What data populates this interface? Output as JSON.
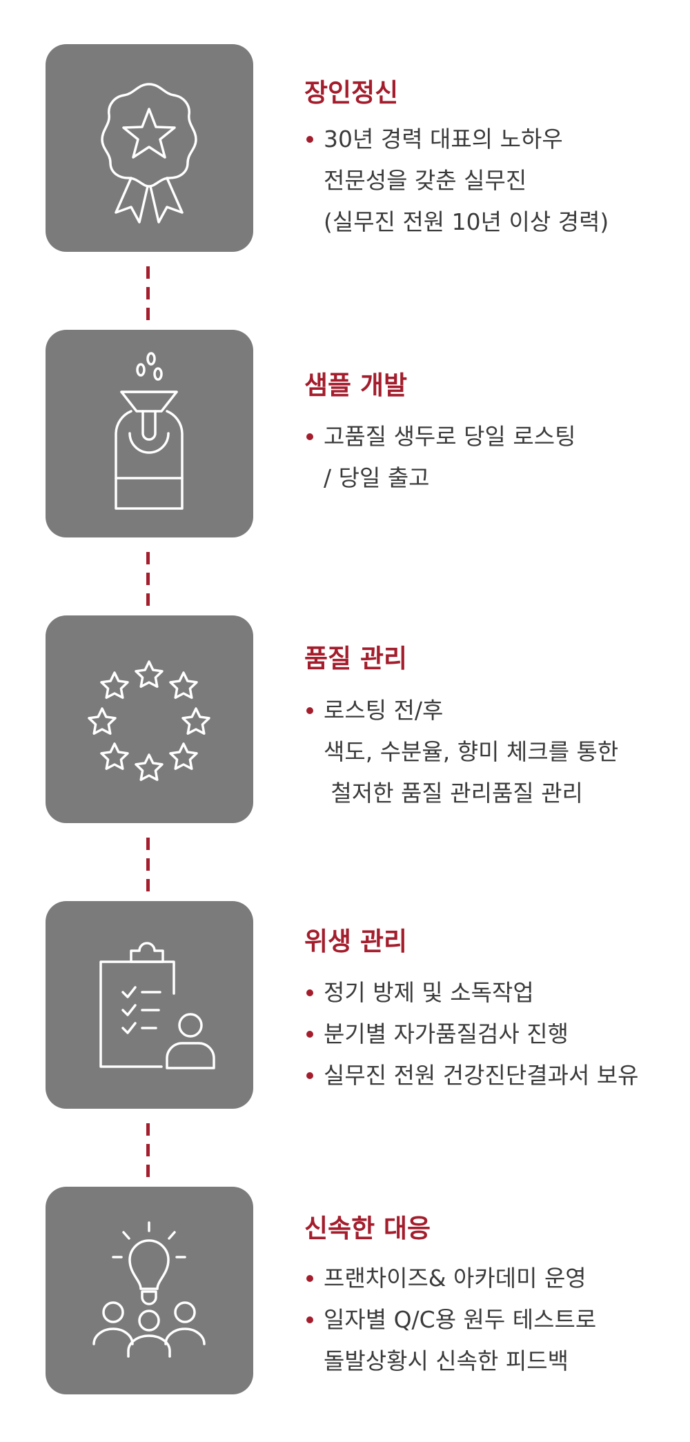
{
  "sections": [
    {
      "title": "장인정신",
      "lines": [
        {
          "text": "30년 경력 대표의 노하우",
          "bullet": true
        },
        {
          "text": "전문성을 갖춘 실무진",
          "bullet": false
        },
        {
          "text": "(실무진 전원 10년 이상 경력)",
          "bullet": false
        }
      ],
      "icon": "award-ribbon-star-icon"
    },
    {
      "title": "샘플 개발",
      "lines": [
        {
          "text": "고품질 생두로 당일 로스팅",
          "bullet": true
        },
        {
          "text": "/ 당일 출고",
          "bullet": false
        }
      ],
      "icon": "coffee-roaster-icon"
    },
    {
      "title": "품질 관리",
      "lines": [
        {
          "text": "로스팅 전/후",
          "bullet": true
        },
        {
          "text": "색도, 수분율, 향미 체크를 통한",
          "bullet": false
        },
        {
          "text": " 철저한 품질 관리품질 관리",
          "bullet": false
        }
      ],
      "icon": "star-circle-icon"
    },
    {
      "title": "위생 관리",
      "lines": [
        {
          "text": "정기 방제 및 소독작업",
          "bullet": true
        },
        {
          "text": "분기별 자가품질검사 진행",
          "bullet": true
        },
        {
          "text": "실무진 전원 건강진단결과서 보유",
          "bullet": true
        }
      ],
      "icon": "clipboard-checklist-person-icon"
    },
    {
      "title": "신속한 대응",
      "lines": [
        {
          "text": "프랜차이즈& 아카데미 운영",
          "bullet": true
        },
        {
          "text": "일자별 Q/C용 원두 테스트로",
          "bullet": true
        },
        {
          "text": "돌발상황시 신속한 피드백",
          "bullet": false
        }
      ],
      "icon": "lightbulb-team-icon"
    }
  ],
  "colors": {
    "accent": "#a31d2c",
    "box": "#7b7b7b",
    "text": "#3a3a3a"
  }
}
